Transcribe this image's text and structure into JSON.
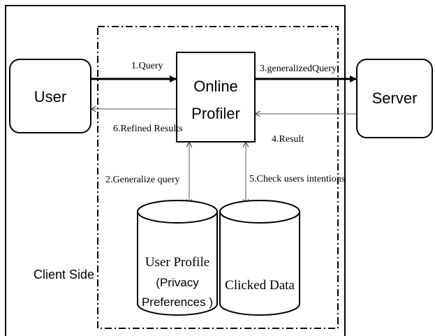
{
  "nodes": {
    "user": "User",
    "online_profiler_line1": "Online",
    "online_profiler_line2": "Profiler",
    "server": "Server",
    "client_side": "Client Side",
    "user_profile_line1": "User Profile",
    "user_profile_line2": "(Privacy",
    "user_profile_line3": "Preferences )",
    "clicked_data": "Clicked Data"
  },
  "edges": {
    "query": "1.Query",
    "generalize_query": "2.Generalize query",
    "generalized_query": "3.generalizedQuery",
    "result": "4.Result",
    "check_intentions": "5.Check users intentions",
    "refined_results": "6.Refined Results"
  }
}
